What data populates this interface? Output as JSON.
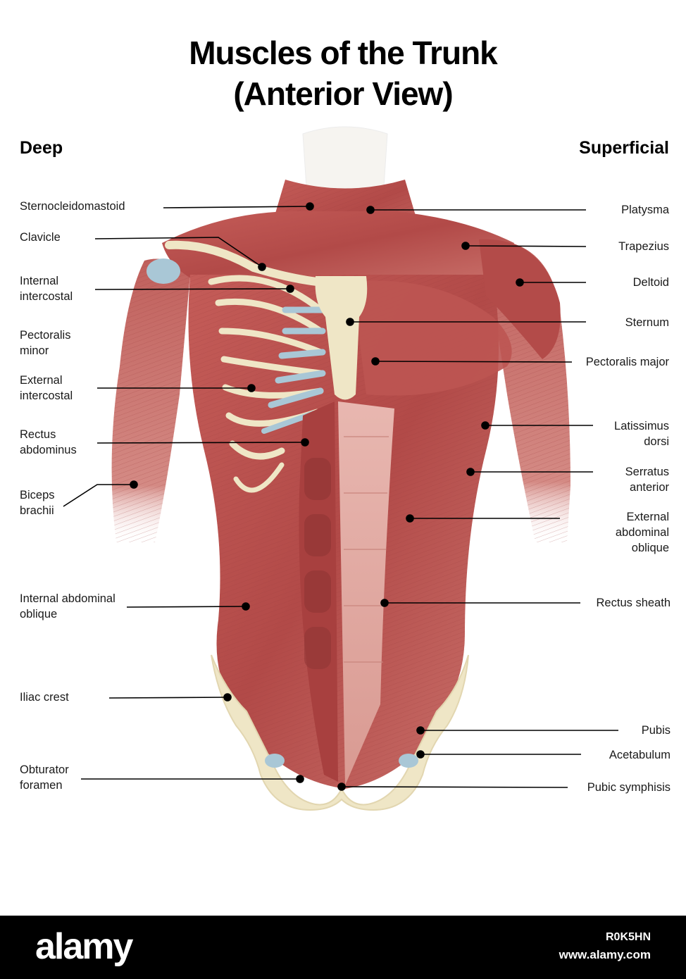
{
  "title": {
    "line1": "Muscles of the Trunk",
    "line2": "(Anterior View)"
  },
  "headings": {
    "left": "Deep",
    "right": "Superficial"
  },
  "labels_left": [
    {
      "text": "Sternocleidomastoid"
    },
    {
      "text": "Clavicle"
    },
    {
      "text": "Internal\nintercostal"
    },
    {
      "text": "Pectoralis\nminor"
    },
    {
      "text": "External\nintercostal"
    },
    {
      "text": "Rectus\nabdominus"
    },
    {
      "text": "Biceps\nbrachii"
    },
    {
      "text": "Internal abdominal\noblique"
    },
    {
      "text": "Iliac crest"
    },
    {
      "text": "Obturator\nforamen"
    }
  ],
  "labels_right": [
    {
      "text": "Platysma"
    },
    {
      "text": "Trapezius"
    },
    {
      "text": "Deltoid"
    },
    {
      "text": "Sternum"
    },
    {
      "text": "Pectoralis major"
    },
    {
      "text": "Latissimus\ndorsi"
    },
    {
      "text": "Serratus\nanterior"
    },
    {
      "text": "External\nabdominal\noblique"
    },
    {
      "text": "Rectus sheath"
    },
    {
      "text": "Pubis"
    },
    {
      "text": "Acetabulum"
    },
    {
      "text": "Pubic symphisis"
    }
  ],
  "footer": {
    "brand": "alamy",
    "image_code": "R0K5HN",
    "url": "www.alamy.com"
  },
  "colors": {
    "muscle": "#b8504e",
    "muscle_light": "#d98a84",
    "bone": "#efe6c6",
    "cartilage": "#a9c7d6",
    "leader": "#000000"
  }
}
